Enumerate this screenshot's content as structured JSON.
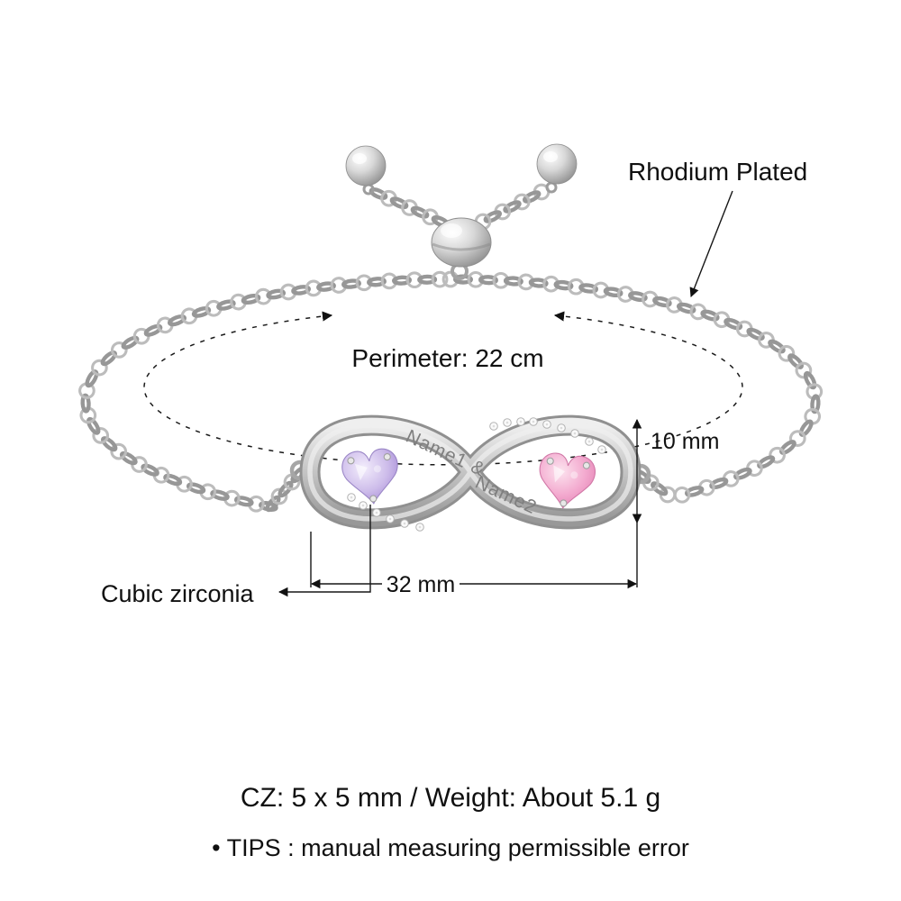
{
  "pendant": {
    "engraving_line1": "Name1 &",
    "engraving_line2": "Name2"
  },
  "annotations": {
    "plating": "Rhodium Plated",
    "perimeter": "Perimeter: 22 cm",
    "pendant_height": "10 mm",
    "pendant_width": "32 mm",
    "stone_label": "Cubic zirconia"
  },
  "footer": {
    "spec": "CZ: 5 x 5 mm / Weight: About 5.1 g",
    "tips": "• TIPS : manual measuring permissible error"
  },
  "colors": {
    "metal": "#b8b8b8",
    "stone_left": "#c2aee4",
    "stone_right": "#f2a6cb",
    "annotation_text": "#111111",
    "background": "#ffffff"
  }
}
